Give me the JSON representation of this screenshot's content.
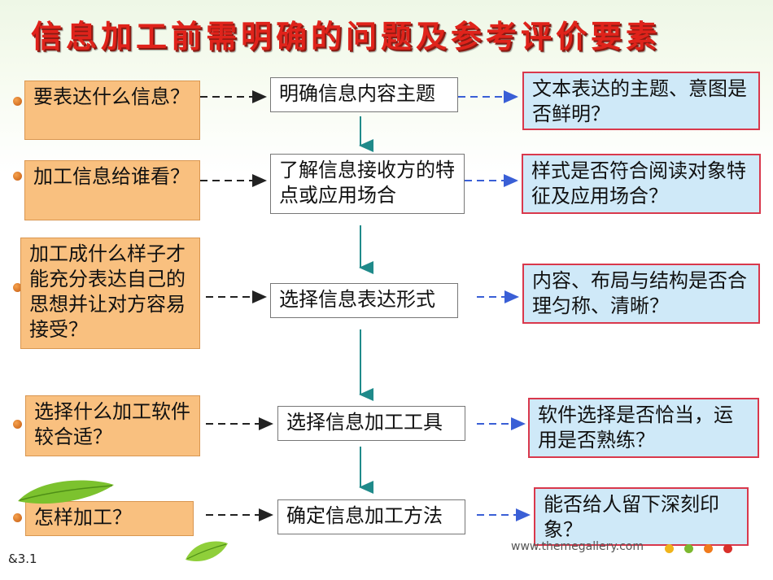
{
  "title": "信息加工前需明确的问题及参考评价要素",
  "rows": [
    {
      "question": "要表达什么信息？",
      "step": "明确信息内容主题",
      "criterion": "文本表达的主题、意图是否鲜明？"
    },
    {
      "question": "加工信息给谁看？",
      "step": "了解信息接收方的特点或应用场合",
      "criterion": "样式是否符合阅读对象特征及应用场合？"
    },
    {
      "question": "加工成什么样子才能充分表达自己的思想并让对方容易接受？",
      "step": "选择信息表达形式",
      "criterion": "内容、布局与结构是否合理匀称、清晰？"
    },
    {
      "question": "选择什么加工软件较合适？",
      "step": "选择信息加工工具",
      "criterion": "软件选择是否恰当，运用是否熟练？"
    },
    {
      "question": "怎样加工？",
      "step": "确定信息加工方法",
      "criterion": "能否给人留下深刻印象？"
    }
  ],
  "footer": {
    "url": "www.themegallery.com",
    "page": "&3.1"
  },
  "colors": {
    "title": "#e0231b",
    "question_fill": "#f9c07f",
    "criterion_fill": "#cfe9f8",
    "criterion_border": "#d9384c",
    "flow_arrow": "#1f8a8a",
    "dashed_left": "#222222",
    "dashed_right": "#3a5fd6"
  },
  "icons": [
    "bullet-dot-icon",
    "leaf-icon",
    "dot-icon"
  ]
}
